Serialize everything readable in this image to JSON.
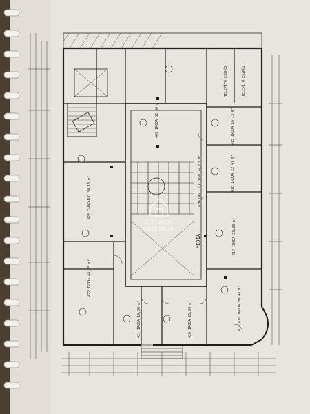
{
  "document": {
    "type": "architectural floor plan photograph",
    "watermark": {
      "line1": "OTTHON",
      "line2": "CENTRUM"
    },
    "rooms": [
      {
        "id": "415",
        "name": "IRODA",
        "area": "16,13 m²"
      },
      {
        "id": "416",
        "name": "IRODA",
        "area": "22,41 m²"
      },
      {
        "id": "417",
        "name": "IRODA",
        "area": "23,88 m²"
      },
      {
        "id": "418-419",
        "name": "IRODA",
        "area": "30,48 m²"
      },
      {
        "id": "420",
        "name": "IRODA",
        "area": "20,84 m²"
      },
      {
        "id": "421",
        "name": "IRODA",
        "area": "19,88 m²"
      },
      {
        "id": "422",
        "name": "IRODA",
        "area": "44,55 m²"
      },
      {
        "id": "423",
        "name": "TÁRGYALÓ",
        "area": "34,15 m²"
      },
      {
        "id": "409",
        "name": "IRODA",
        "area": "52,50 m²"
      },
      {
        "id": "414",
        "name": "LKV. FOLYOSÓ",
        "area": "74,03 m²"
      }
    ],
    "labels": {
      "medium": "MEDIÁ",
      "north_strip_1": "TELEPÍTŐ ESZKÖZ",
      "north_strip_2": "TELEPÍTŐ ESZKÖZ"
    }
  }
}
